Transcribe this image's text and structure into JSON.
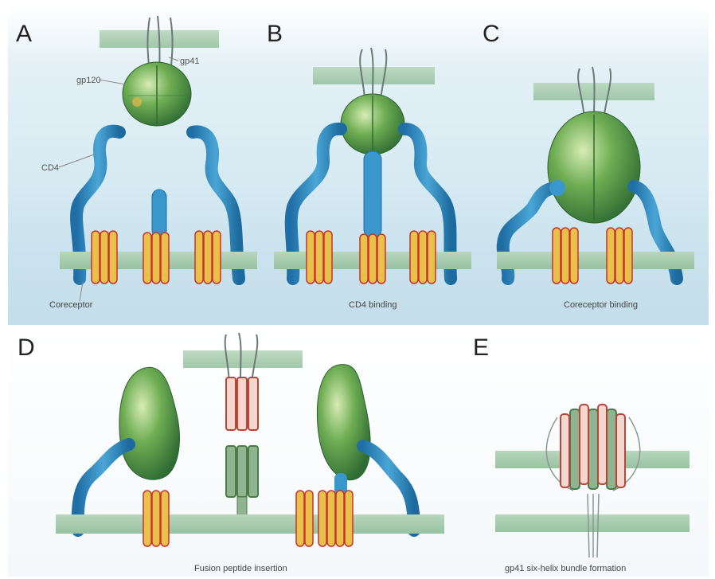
{
  "panels": {
    "a": {
      "letter": "A",
      "caption": "Coreceptor",
      "labels": {
        "gp41": "gp41",
        "gp120": "gp120",
        "cd4": "CD4"
      }
    },
    "b": {
      "letter": "B",
      "caption": "CD4 binding"
    },
    "c": {
      "letter": "C",
      "caption": "Coreceptor binding"
    },
    "d": {
      "letter": "D",
      "caption": "Fusion peptide insertion"
    },
    "e": {
      "letter": "E",
      "caption": "gp41 six-helix bundle formation"
    }
  },
  "colors": {
    "background_top": "#ffffff",
    "background_blue": "#cfe6f0",
    "membrane": "#a9cdb0",
    "gp120": "#3f8f3f",
    "cd4": "#2e8bbf",
    "coreceptor": "#e8b935",
    "coreceptor_outline": "#c8322e",
    "helix_red": "#c8584c",
    "helix_green": "#5f8e5f"
  }
}
